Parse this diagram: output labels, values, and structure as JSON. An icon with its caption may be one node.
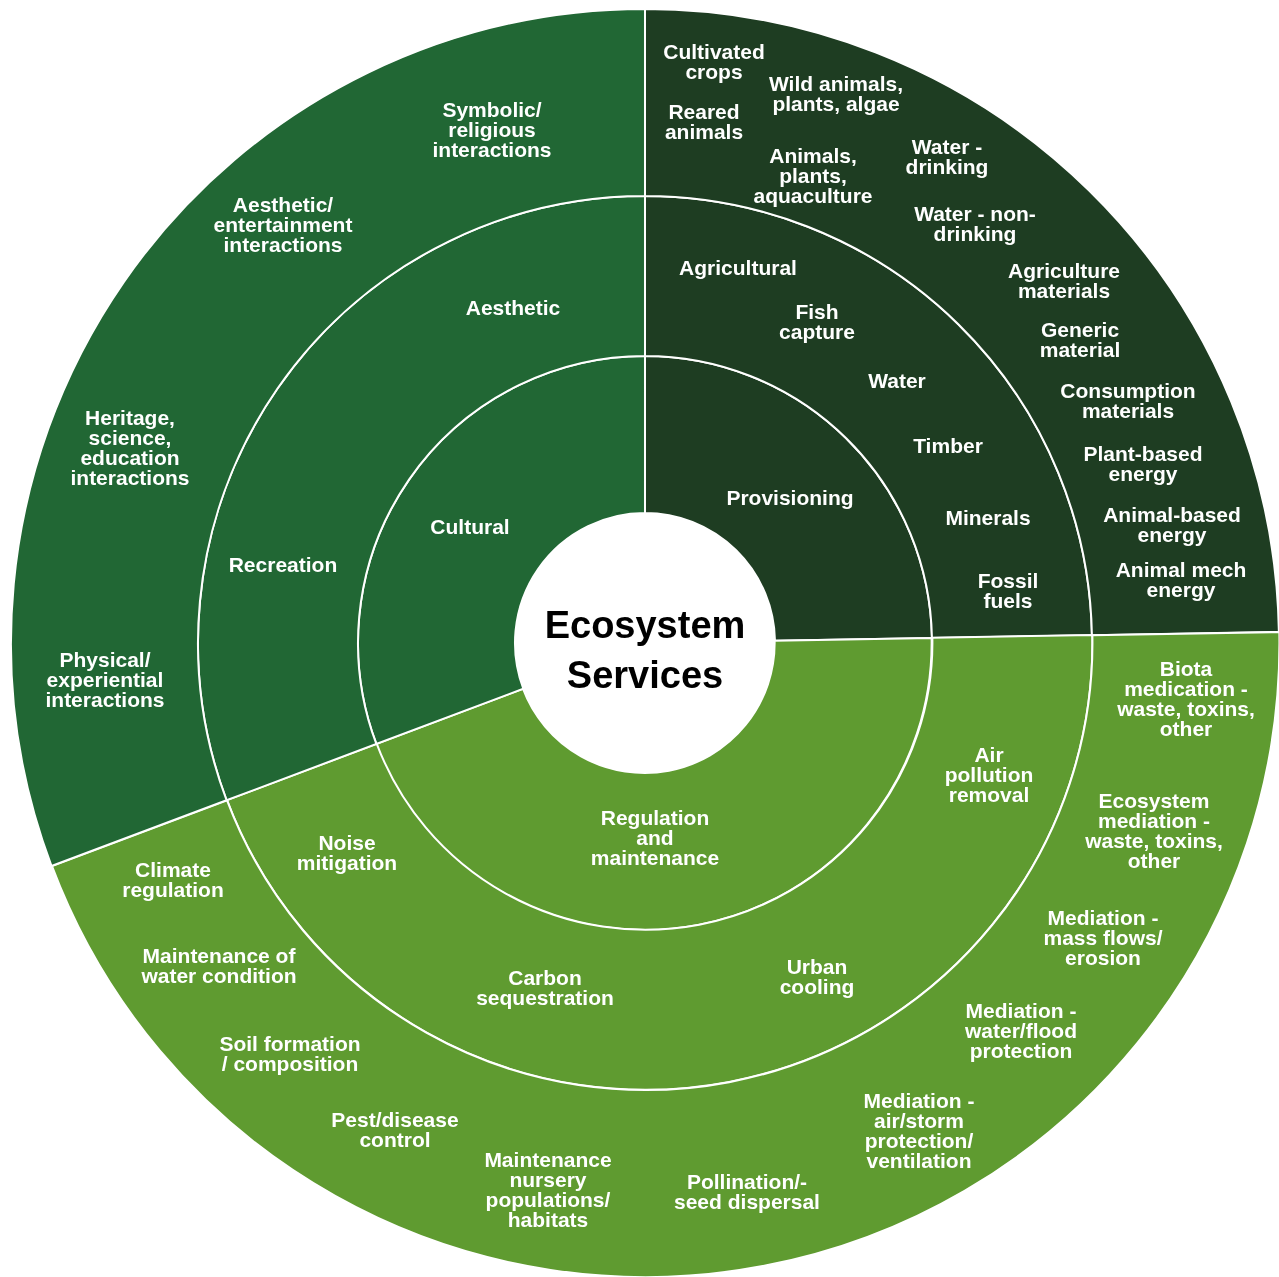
{
  "diagram": {
    "nodes": [
      {
        "text": [
          "Ecosystem Services"
        ]
      },
      {
        "text": [
          "Provisioning"
        ]
      },
      {
        "text": [
          "Regulation and maintenance"
        ]
      },
      {
        "text": [
          "Cultural"
        ]
      },
      {
        "text": [
          "Agricultural",
          "Fish capture",
          "Water",
          "Timber",
          "Minerals",
          "Fossil fuels"
        ]
      },
      {
        "text": [
          "Air pollution removal",
          "Noise mitigation",
          "Carbon sequestration",
          "Urban cooling"
        ]
      },
      {
        "text": [
          "Aesthetic",
          "Recreation"
        ]
      },
      {
        "text": [
          "Cultivated crops",
          "Wild animals, plants, algae",
          "Reared animals",
          "Water - drinking",
          "Animals, plants, aquaculture",
          "Water - non-drinking",
          "Agriculture materials",
          "Generic material",
          "Consumption materials",
          "Plant-based energy",
          "Animal-based energy",
          "Animal mech energy"
        ]
      },
      {
        "text": [
          "Biota medication - waste, toxins, other",
          "Ecosystem mediation - waste, toxins, other",
          "Mediation - mass flows/ erosion",
          "Mediation - water/flood protection",
          "Mediation - air/storm protection/ ventilation",
          "Pollination/- seed dispersal",
          "Maintenance nursery populations/ habitats",
          "Pest/disease control",
          "Soil formation / composition",
          "Maintenance of water condition",
          "Climate regulation"
        ]
      },
      {
        "text": [
          "Symbolic/ religious interactions",
          "Aesthetic/ entertainment interactions",
          "Heritage, science, education interactions",
          "Physical/ experiential interactions"
        ]
      }
    ]
  }
}
